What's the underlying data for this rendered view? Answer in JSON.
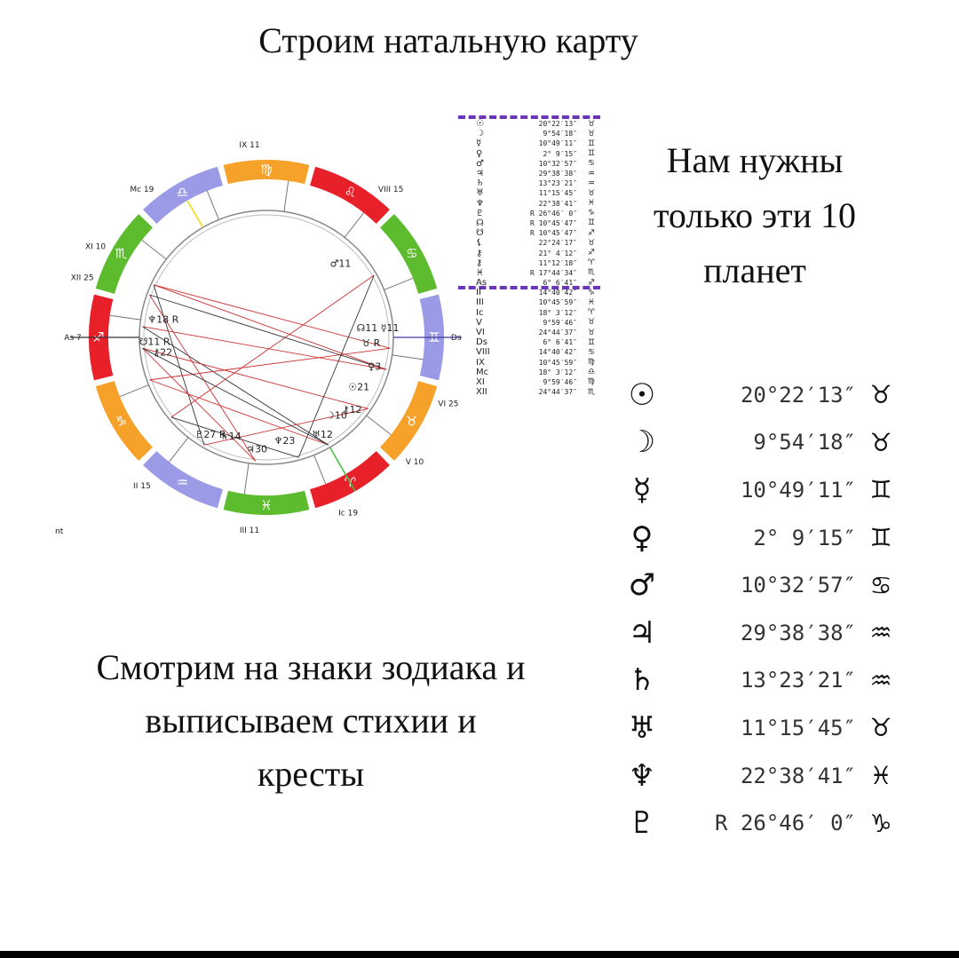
{
  "title": "Строим натальную карту",
  "note_right": [
    "Нам нужны",
    "только эти 10",
    "планет"
  ],
  "note_left": [
    "Смотрим на знаки зодиака и",
    "выписываем стихии и",
    "кресты"
  ],
  "footer_small": "nt",
  "colors": {
    "fire": "#e8202a",
    "earth": "#f6a22a",
    "air": "#9a9ae6",
    "water": "#5dbb2e",
    "dash": "#6a36b8"
  },
  "wheel": {
    "signs": [
      {
        "glyph": "♓",
        "element": "water"
      },
      {
        "glyph": "♒",
        "element": "air"
      },
      {
        "glyph": "♑",
        "element": "earth"
      },
      {
        "glyph": "♐",
        "element": "fire"
      },
      {
        "glyph": "♏",
        "element": "water"
      },
      {
        "glyph": "♎",
        "element": "air"
      },
      {
        "glyph": "♍",
        "element": "earth"
      },
      {
        "glyph": "♌",
        "element": "fire"
      },
      {
        "glyph": "♋",
        "element": "water"
      },
      {
        "glyph": "♊",
        "element": "air"
      },
      {
        "glyph": "♉",
        "element": "earth"
      },
      {
        "glyph": "♈",
        "element": "fire"
      }
    ],
    "house_labels": [
      "IX 11",
      "VIII 15",
      "Ds 7",
      "VI 25",
      "V 10",
      "Ic 19",
      "III 11",
      "II 15",
      "As 7",
      "XII 25",
      "XI 10",
      "Mc 19"
    ],
    "planet_labels": [
      "♂11",
      "☊11 ☿11",
      "♉ R",
      "♀3",
      "☉21",
      "⚷12",
      "☽10",
      "♅12",
      "♄14",
      "♃30",
      "♆23",
      "♇27 R",
      "♆18 R",
      "☋11 R",
      "⚷22"
    ]
  },
  "small_table": [
    {
      "glyph": "☉",
      "value": "20°22′13″",
      "sign": "♉"
    },
    {
      "glyph": "☽",
      "value": "9°54′18″",
      "sign": "♉"
    },
    {
      "glyph": "☿",
      "value": "10°49′11″",
      "sign": "♊"
    },
    {
      "glyph": "♀",
      "value": "2° 9′15″",
      "sign": "♊"
    },
    {
      "glyph": "♂",
      "value": "10°32′57″",
      "sign": "♋"
    },
    {
      "glyph": "♃",
      "value": "29°38′38″",
      "sign": "♒"
    },
    {
      "glyph": "♄",
      "value": "13°23′21″",
      "sign": "♒"
    },
    {
      "glyph": "♅",
      "value": "11°15′45″",
      "sign": "♉"
    },
    {
      "glyph": "♆",
      "value": "22°38′41″",
      "sign": "♓"
    },
    {
      "glyph": "♇",
      "value": "R 26°46′ 0″",
      "sign": "♑"
    },
    {
      "glyph": "☊",
      "value": "R 10°45′47″",
      "sign": "♊"
    },
    {
      "glyph": "☋",
      "value": "R 10°45′47″",
      "sign": "♐"
    },
    {
      "glyph": "⚸",
      "value": "22°24′17″",
      "sign": "♉"
    },
    {
      "glyph": "⚷",
      "value": "21° 4′12″",
      "sign": "♐"
    },
    {
      "glyph": "⚷",
      "value": "11°12′18″",
      "sign": "♈"
    },
    {
      "glyph": "♓",
      "value": "R 17°44′34″",
      "sign": "♏"
    },
    {
      "glyph": "As",
      "value": "6° 6′41″",
      "sign": "♐"
    },
    {
      "glyph": "II",
      "value": "14°40′42″",
      "sign": "♑"
    },
    {
      "glyph": "III",
      "value": "10°45′59″",
      "sign": "♓"
    },
    {
      "glyph": "Ic",
      "value": "18° 3′12″",
      "sign": "♈"
    },
    {
      "glyph": "V",
      "value": "9°59′46″",
      "sign": "♉"
    },
    {
      "glyph": "VI",
      "value": "24°44′37″",
      "sign": "♉"
    },
    {
      "glyph": "Ds",
      "value": "6° 6′41″",
      "sign": "♊"
    },
    {
      "glyph": "VIII",
      "value": "14°40′42″",
      "sign": "♋"
    },
    {
      "glyph": "IX",
      "value": "10°45′59″",
      "sign": "♍"
    },
    {
      "glyph": "Mc",
      "value": "18° 3′12″",
      "sign": "♎"
    },
    {
      "glyph": "XI",
      "value": "9°59′46″",
      "sign": "♍"
    },
    {
      "glyph": "XII",
      "value": "24°44′37″",
      "sign": "♏"
    }
  ],
  "planets": [
    {
      "glyph": "☉",
      "value": "20°22′13″",
      "sign": "♉"
    },
    {
      "glyph": "☽",
      "value": "9°54′18″",
      "sign": "♉"
    },
    {
      "glyph": "☿",
      "value": "10°49′11″",
      "sign": "♊"
    },
    {
      "glyph": "♀",
      "value": "2° 9′15″",
      "sign": "♊"
    },
    {
      "glyph": "♂",
      "value": "10°32′57″",
      "sign": "♋"
    },
    {
      "glyph": "♃",
      "value": "29°38′38″",
      "sign": "♒"
    },
    {
      "glyph": "♄",
      "value": "13°23′21″",
      "sign": "♒"
    },
    {
      "glyph": "♅",
      "value": "11°15′45″",
      "sign": "♉"
    },
    {
      "glyph": "♆",
      "value": "22°38′41″",
      "sign": "♓"
    },
    {
      "glyph": "♇",
      "value": "R 26°46′ 0″",
      "sign": "♑"
    }
  ]
}
